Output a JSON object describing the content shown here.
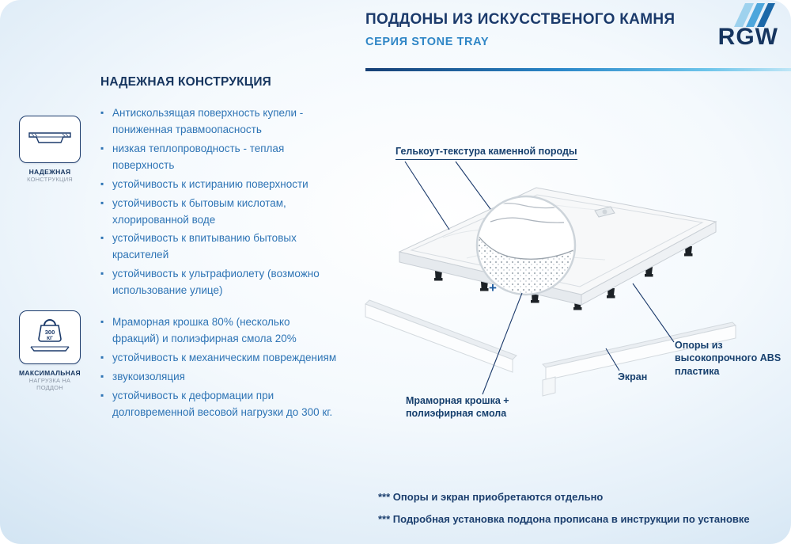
{
  "header": {
    "title": "ПОДДОНЫ ИЗ ИСКУССТВЕНОГО КАМНЯ",
    "subtitle": "СЕРИЯ STONE TRAY",
    "logo_text": "RGW"
  },
  "left_column": {
    "heading": "НАДЕЖНАЯ КОНСТРУКЦИЯ",
    "features": [
      "Антискользящая поверхность купели - пониженная травмоопасность",
      "низкая теплопроводность - теплая поверхность",
      "устойчивость к истиранию поверхности",
      "устойчивость к бытовым кислотам, хлорированной воде",
      "устойчивость к впитыванию бытовых красителей",
      "устойчивость к ультрафиолету (возможно использование улице)"
    ],
    "features2": [
      "Мраморная крошка 80% (несколько фракций) и полиэфирная смола 20%",
      "устойчивость к механическим повреждениям",
      "звукоизоляция",
      "устойчивость к деформации при долговременной весовой нагрузки до 300 кг."
    ]
  },
  "badges": {
    "construction": {
      "label_top": "НАДЕЖНАЯ",
      "label_bottom": "КОНСТРУКЦИЯ"
    },
    "load": {
      "weight_value": "300",
      "weight_unit": "КГ",
      "label_top": "МАКСИМАЛЬНАЯ",
      "label_bottom": "НАГРУЗКА НА ПОДДОН"
    }
  },
  "diagram": {
    "callout_gelcoat": "Гелькоут-текстура каменной породы",
    "callout_marble": "Мраморная крошка + полиэфирная смола",
    "callout_screen": "Экран",
    "callout_supports": "Опоры из высокопрочного ABS пластика",
    "magnifier_plus": "+"
  },
  "footnotes": [
    "*** Опоры и экран приобретаются отдельно",
    "*** Подробная установка поддона прописана в инструкции по установке"
  ],
  "colors": {
    "navy": "#1b3a6b",
    "blue": "#2e74b5",
    "accent": "#2a9ad4"
  }
}
